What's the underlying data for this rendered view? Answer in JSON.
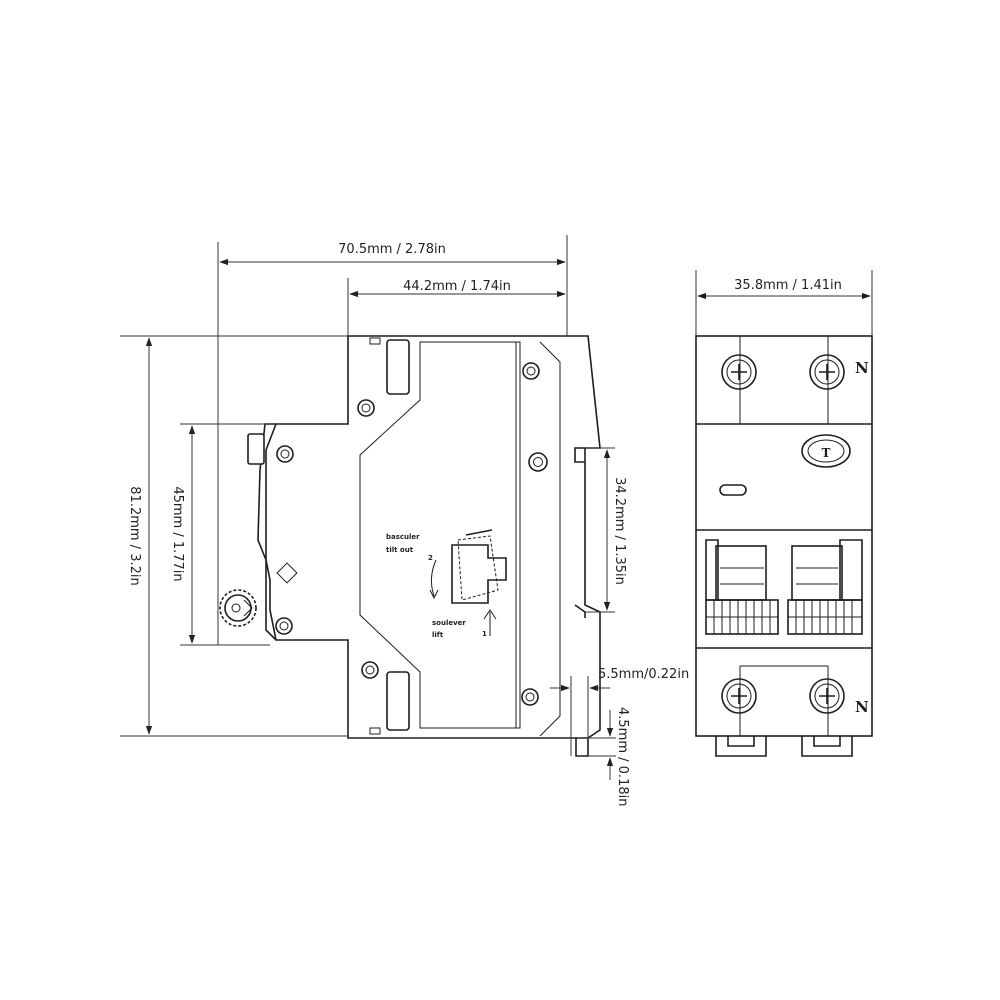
{
  "dimensions": {
    "overall_depth": "70.5mm / 2.78in",
    "body_depth": "44.2mm / 1.74in",
    "width": "35.8mm / 1.41in",
    "overall_height": "81.2mm / 3.2in",
    "front_height": "45mm / 1.77in",
    "rail_height": "34.2mm / 1.35in",
    "clip_offset": "5.5mm/0.22in",
    "clip_depth": "4.5mm / 0.18in"
  },
  "side_view_labels": {
    "tilt_out_fr": "basculer",
    "tilt_out_en": "tilt out",
    "lift_fr": "soulever",
    "lift_en": "lift",
    "step_2": "2",
    "step_1": "1"
  },
  "front_view_labels": {
    "neutral_top": "N",
    "neutral_bottom": "N",
    "test_button": "T"
  },
  "colors": {
    "line": "#1e1e1e",
    "background": "#ffffff"
  }
}
